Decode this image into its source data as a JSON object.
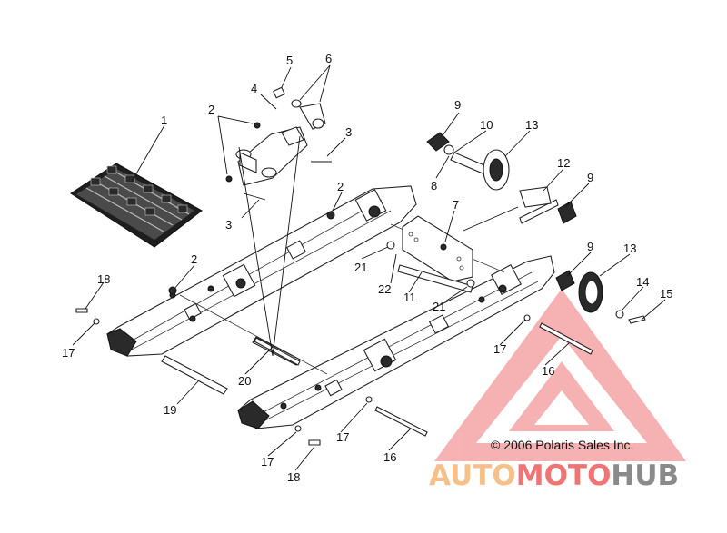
{
  "callouts": {
    "c1": "1",
    "c2a": "2",
    "c2b": "2",
    "c2c": "2",
    "c3a": "3",
    "c3b": "3",
    "c4": "4",
    "c5": "5",
    "c6": "6",
    "c7": "7",
    "c8": "8",
    "c9a": "9",
    "c9b": "9",
    "c9c": "9",
    "c10": "10",
    "c11": "11",
    "c12": "12",
    "c13a": "13",
    "c13b": "13",
    "c14": "14",
    "c15": "15",
    "c16a": "16",
    "c16b": "16",
    "c17a": "17",
    "c17b": "17",
    "c17c": "17",
    "c17d": "17",
    "c18a": "18",
    "c18b": "18",
    "c19": "19",
    "c20": "20",
    "c21a": "21",
    "c21b": "21",
    "c22": "22"
  },
  "copyright": "© 2006 Polaris Sales Inc.",
  "watermark": {
    "part1": "AUTO",
    "part2": "MOTO",
    "part3": "HUB",
    "color_light": "#f6c08a",
    "color_red": "#f07474",
    "color_gray": "#8a8a8a"
  }
}
